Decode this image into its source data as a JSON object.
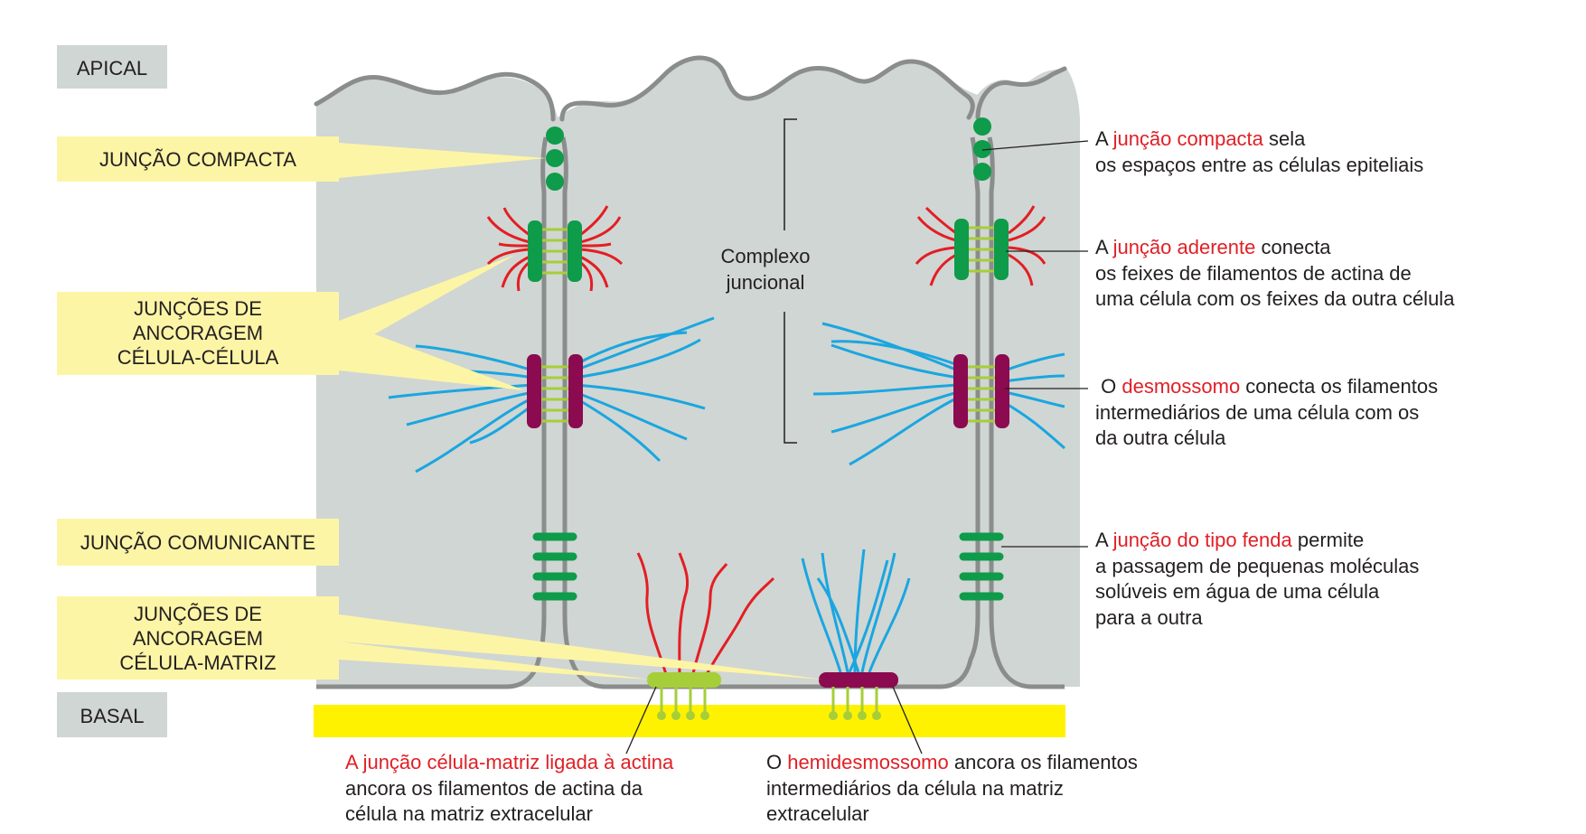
{
  "labels": {
    "apical": "APICAL",
    "basal": "BASAL",
    "juncao_compacta": "JUNÇÃO COMPACTA",
    "ancoragem_celula_celula": [
      "JUNÇÕES DE",
      "ANCORAGEM",
      "CÉLULA-CÉLULA"
    ],
    "juncao_comunicante": "JUNÇÃO COMUNICANTE",
    "ancoragem_celula_matriz": [
      "JUNÇÕES DE",
      "ANCORAGEM",
      "CÉLULA-MATRIZ"
    ],
    "complexo_juncional": [
      "Complexo",
      "juncional"
    ]
  },
  "annotations": {
    "compacta": {
      "pre": "A ",
      "hl": "junção compacta",
      "post": " sela",
      "lines": [
        "os espaços entre as células epiteliais"
      ]
    },
    "aderente": {
      "pre": "A ",
      "hl": "junção aderente",
      "post": " conecta",
      "lines": [
        "os feixes de filamentos de actina de",
        "uma célula com os feixes da outra célula"
      ]
    },
    "desmossomo": {
      "pre": " O ",
      "hl": "desmossomo",
      "post": " conecta os filamentos",
      "lines": [
        "intermediários de uma célula com os",
        "da outra célula"
      ]
    },
    "fenda": {
      "pre": "A ",
      "hl": "junção do tipo fenda",
      "post": " permite",
      "lines": [
        "a passagem de pequenas moléculas",
        "solúveis em água de uma célula",
        "para a outra"
      ]
    },
    "actina_matriz": {
      "pre": "",
      "hl": "A junção célula-matriz ligada à actina",
      "post": "",
      "lines": [
        "ancora os filamentos de actina da",
        "célula na matriz extracelular"
      ]
    },
    "hemidesmossomo": {
      "pre": "O ",
      "hl": "hemidesmossomo",
      "post": " ancora os filamentos",
      "lines": [
        "intermediários da célula na matriz",
        "extracelular"
      ]
    }
  },
  "colors": {
    "cell_fill": "#d0d6d3",
    "membrane": "#8a8d8c",
    "tight_junction": "#0e9b4a",
    "adherens_plaque": "#0e9b4a",
    "actin": "#e31e24",
    "desmosome": "#8b0a50",
    "intermediate_filament": "#1aa6e0",
    "linker": "#a6ce39",
    "gap_junction": "#0e9b4a",
    "basal_lamina": "#fff200",
    "label_box_yellow": "#fdf5a6",
    "label_box_gray": "#d0d6d3",
    "highlight_text": "#e02026"
  }
}
